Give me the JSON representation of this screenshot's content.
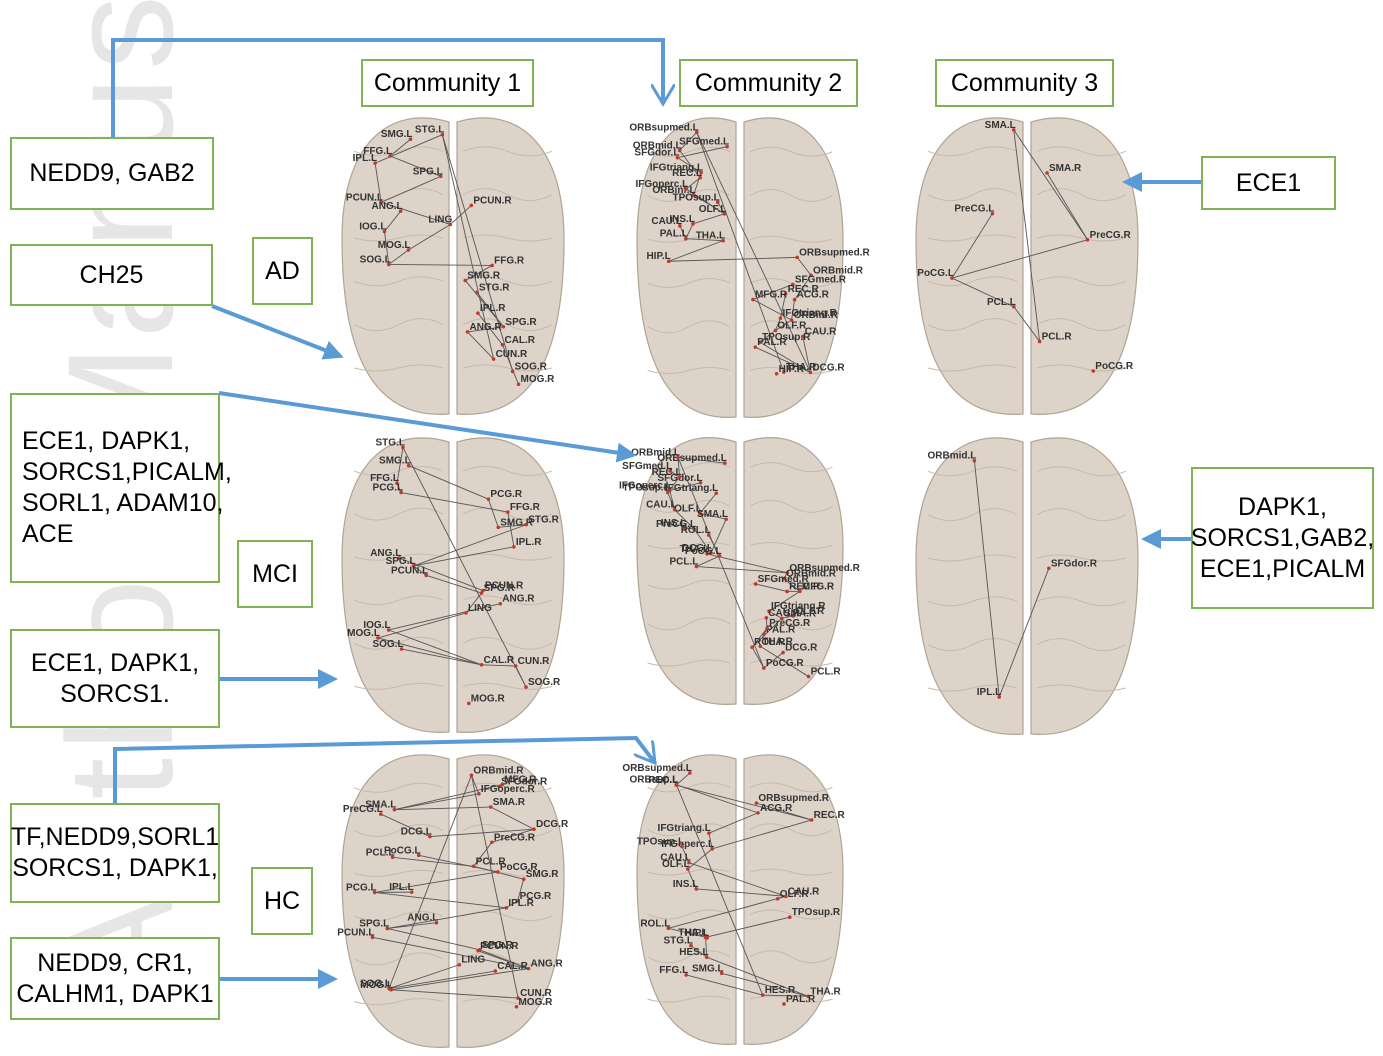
{
  "communities": [
    "Community 1",
    "Community 2",
    "Community 3"
  ],
  "groups": [
    "AD",
    "MCI",
    "HC"
  ],
  "gene_boxes": {
    "nedd9_gab2": "NEDD9, GAB2",
    "ch25": "CH25",
    "mci_list": "ECE1, DAPK1,\nSORCS1,PICALM,\nSORL1, ADAM10,\nACE",
    "ece1_dapk1_sorcs1": "ECE1, DAPK1,\nSORCS1.",
    "tf_list": "TF,NEDD9,SORL1\nSORCS1, DAPK1,",
    "nedd9_cr1": "NEDD9, CR1,\nCALHM1, DAPK1",
    "ece1": "ECE1",
    "dapk1_list": "DAPK1,\nSORCS1,GAB2,\nECE1,PICALM"
  },
  "watermark": "Author Manuscript",
  "colors": {
    "box_border": "#7fb356",
    "arrow": "#5b9bd5",
    "brain_fill": "#ddd3c9",
    "brain_edge": "#b0a396"
  },
  "brains": {
    "ad_c1": [
      "STG.L",
      "SMG.L",
      "FFG.L",
      "IPL.L",
      "SPG.L",
      "PCUN.L",
      "PCUN.R",
      "ANG.L",
      "LING",
      "IOG.L",
      "MOG.L",
      "SOG.L",
      "FFG.R",
      "SMG.R",
      "STG.R",
      "IPL.R",
      "SPG.R",
      "ANG.R",
      "CAL.R",
      "CUN.R",
      "SOG.R",
      "MOG.R"
    ],
    "ad_c2": [
      "ORBsupmed.L",
      "ORBmid.L",
      "SFGmed.L",
      "SFGdor.L",
      "REC.L",
      "IFGtriang.L",
      "ORBinf.L",
      "IFGoperc.L",
      "TPOsup.L",
      "OLF.L",
      "CAU.L",
      "INS.L",
      "PAL.L",
      "THA.L",
      "HIP.L",
      "ORBsupmed.R",
      "ORBmid.R",
      "SFGmed.R",
      "REC.R",
      "ACG.R",
      "MFG.R",
      "IFGtriang.R",
      "ORBinf.R",
      "OLF.R",
      "CAU.R",
      "TPOsup.R",
      "PAL.R",
      "DCG.R",
      "THA.R",
      "HIP.R"
    ],
    "ad_c3": [
      "SMA.L",
      "SMA.R",
      "PreCG.L",
      "PreCG.R",
      "PoCG.L",
      "PCL.L",
      "PCL.R",
      "PoCG.R"
    ],
    "mci_c1": [
      "STG.L",
      "SMG.L",
      "FFG.L",
      "PCG.L",
      "PCG.R",
      "FFG.R",
      "SMG.R",
      "STG.R",
      "IPL.R",
      "ANG.L",
      "SPG.L",
      "PCUN.L",
      "PCUN.R",
      "SPG.R",
      "ANG.R",
      "LING",
      "IOG.L",
      "MOG.L",
      "SOG.L",
      "CAL.R",
      "CUN.R",
      "SOG.R",
      "MOG.R"
    ],
    "mci_c2": [
      "ORBsupmed.L",
      "ORBmid.L",
      "SFGmed.L",
      "SFGdor.L",
      "REC.L",
      "IFGtriang.L",
      "IFGoperc.L",
      "TPOsup.L",
      "OLF.L",
      "CAU.L",
      "INS.L",
      "SMA.L",
      "PreCG.L",
      "ROL.L",
      "DCG.L",
      "THA.L",
      "PoCG.L",
      "PCL.L",
      "ORBsupmed.R",
      "ORBmid.R",
      "SFGmed.R",
      "REC.R",
      "MFG.R",
      "IFGtriang.R",
      "OLF.R",
      "CAU.R",
      "SMA.R",
      "PAL.R",
      "PreCG.R",
      "ROL.R",
      "DCG.R",
      "THA.R",
      "PoCG.R",
      "PCL.R"
    ],
    "mci_c3": [
      "ORBmid.L",
      "SFGdor.R",
      "IPL.L"
    ],
    "hc_c1": [
      "ORBmid.R",
      "SFGdor.R",
      "MFG.R",
      "IFGoperc.R",
      "SMA.L",
      "SMA.R",
      "PreCG.L",
      "DCG.L",
      "DCG.R",
      "PreCG.R",
      "PoCG.L",
      "PCL.L",
      "PCL.R",
      "PoCG.R",
      "SMG.R",
      "IPL.L",
      "PCG.L",
      "PCG.R",
      "IPL.R",
      "ANG.L",
      "SPG.L",
      "PCUN.L",
      "PCUN.R",
      "SPG.R",
      "ANG.R",
      "LING",
      "CAL.R",
      "MOG.L",
      "SOG.L",
      "CUN.R",
      "MOG.R"
    ],
    "hc_c2": [
      "ORBsupmed.L",
      "ORBsup.L",
      "REC.L",
      "ORBsupmed.R",
      "ACG.R",
      "REC.R",
      "IFGtriang.L",
      "IFGoperc.L",
      "TPOsup.L",
      "OLF.L",
      "CAU.L",
      "INS.L",
      "OLF.R",
      "CAU.R",
      "TPOsup.R",
      "ROL.L",
      "HIP.L",
      "THA.L",
      "STG.L",
      "HES.L",
      "SMG.L",
      "FFG.L",
      "THA.R",
      "HES.R",
      "PAL.R"
    ]
  }
}
